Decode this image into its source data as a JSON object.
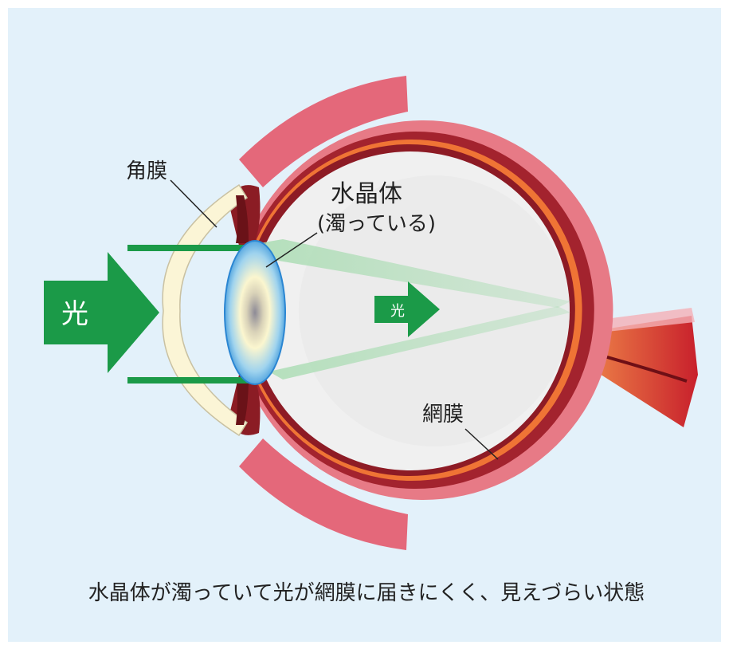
{
  "labels": {
    "cornea": "角膜",
    "lens_line1": "水晶体",
    "lens_line2": "(濁っている)",
    "retina": "網膜",
    "light_outside": "光",
    "light_inside": "光"
  },
  "caption": "水晶体が濁っていて光が網膜に届きにくく、見えづらい状態",
  "colors": {
    "background": "#e3f1fa",
    "arrow_green": "#1b9a48",
    "sclera_pink": "#e77a86",
    "choroid_red": "#a3232e",
    "retina_orange": "#ef7435",
    "cornea_cream": "#fbf5d6"
  }
}
